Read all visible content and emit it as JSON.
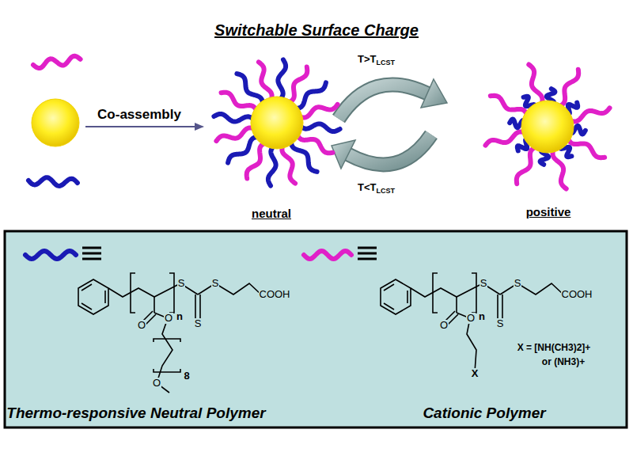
{
  "diagram": {
    "title": "Switchable Surface Charge",
    "labels": [
      "Co-assembly",
      "T>T",
      "LCST",
      "T<T",
      "LCST",
      "neutral",
      "positive",
      "n",
      "S",
      "S",
      "S",
      "COOH",
      "O",
      "O",
      "8",
      "O",
      "n",
      "S",
      "S",
      "S",
      "COOH",
      "O",
      "O",
      "X",
      "X = [NH(CH3)2]+",
      "or (NH3)+",
      "Thermo-responsive Neutral Polymer",
      "Cationic Polymer"
    ]
  }
}
